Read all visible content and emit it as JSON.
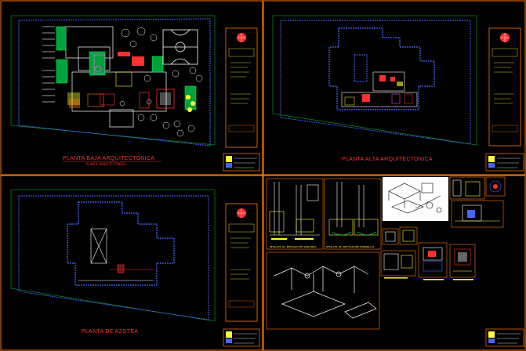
{
  "colors": {
    "background": "#000000",
    "frame": "#ff7a00",
    "wall": "#4466ff",
    "grid": "#00cc33",
    "title": "#ff3030",
    "note": "#ffff33",
    "white": "#ffffff"
  },
  "sheets": {
    "planta_baja": {
      "title": "PLANTA BAJA ARQUITECTONICA",
      "subtitle": "PLANTA ARQUITECTONICA"
    },
    "planta_alta": {
      "title": "PLANTA ALTA ARQUITECTONICA"
    },
    "planta_azotea": {
      "title": "PLANTA DE AZOTEA"
    },
    "detalles": {
      "caption_1": "DETALLES DE INSTALACION SANITARIA",
      "caption_2": "DETALLES DE INSTALACION HIDRAULICA"
    }
  }
}
